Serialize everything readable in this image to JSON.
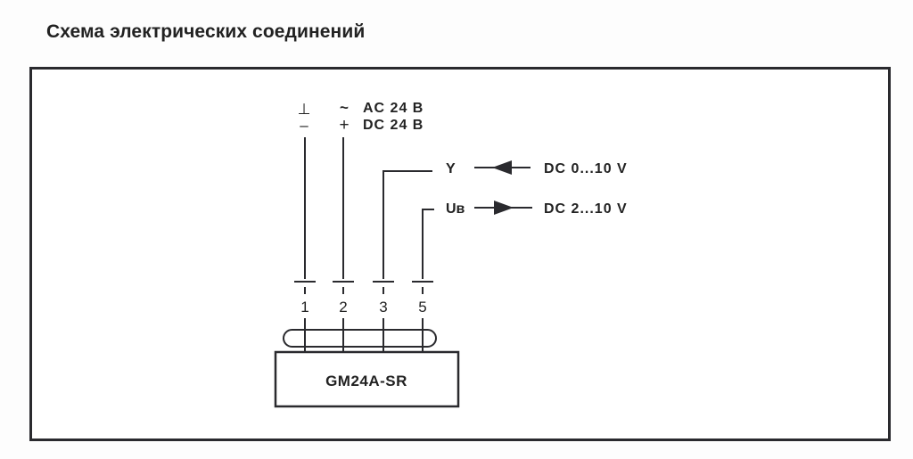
{
  "title": "Схема электрических соединений",
  "supply": {
    "left_symbols": [
      "⊥",
      "–"
    ],
    "right_symbols": [
      "~",
      "+"
    ],
    "lines": [
      "AC 24 B",
      "DC 24 B"
    ]
  },
  "signals": [
    {
      "name": "Y",
      "direction": "input",
      "arrow": "left",
      "range": "DC 0...10 V"
    },
    {
      "name": "Uв",
      "direction": "output",
      "arrow": "right",
      "range": "DC 2...10 V"
    }
  ],
  "terminals": [
    "1",
    "2",
    "3",
    "5"
  ],
  "device": {
    "model": "GM24A-SR"
  },
  "colors": {
    "line": "#2a2a2e",
    "text": "#222222",
    "background": "#fdfdfd"
  }
}
